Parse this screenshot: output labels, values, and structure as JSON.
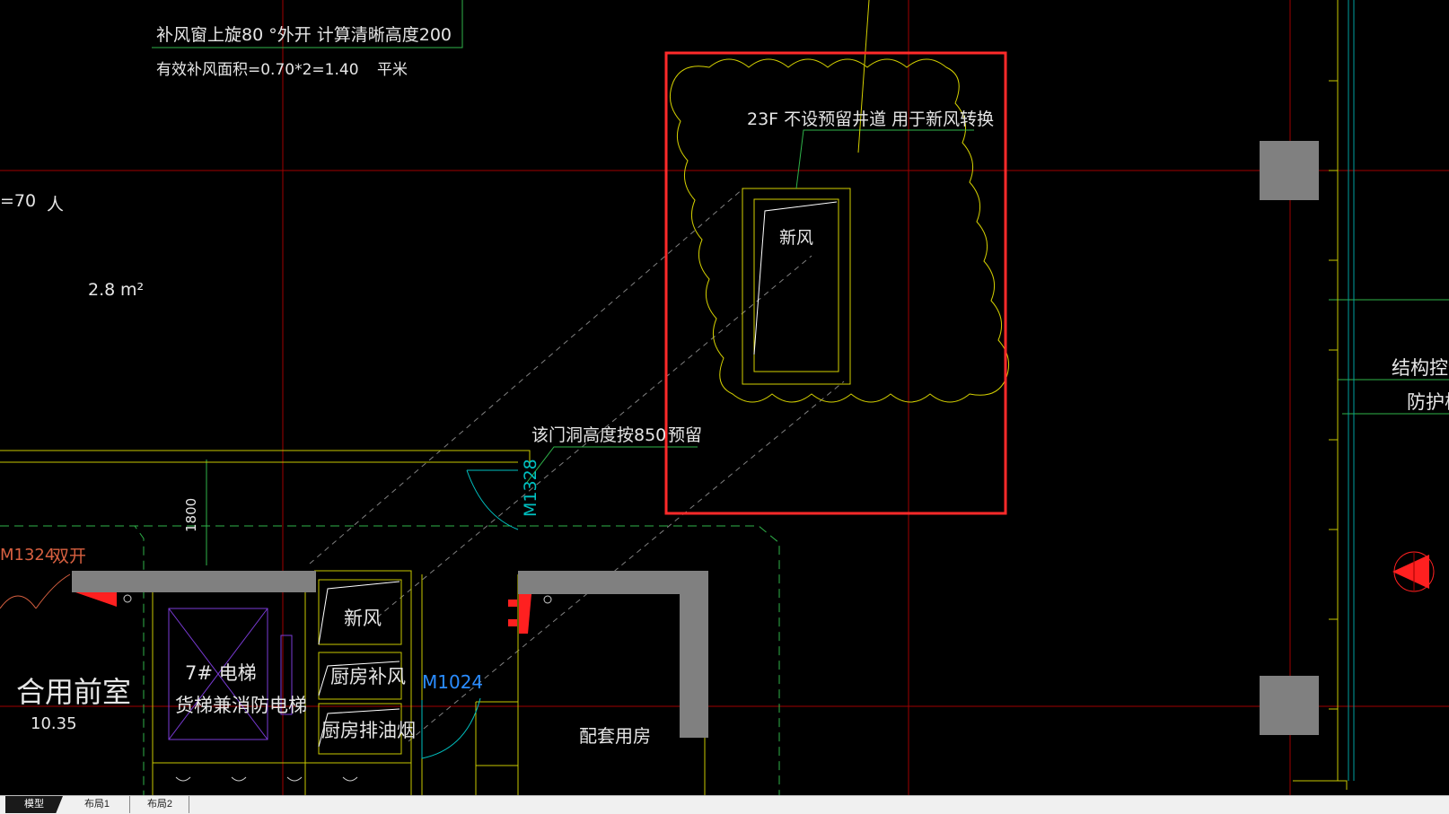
{
  "drawing": {
    "annotations": {
      "window_note_1": "补风窗上旋80 °外开 计算清晰高度200",
      "window_note_2": "有效补风面积=0.70*2=1.40",
      "window_note_2_unit": "平米",
      "occupancy_left": "=70",
      "occupancy_unit": "人",
      "area_value": "2.8",
      "area_unit": "m²",
      "shaft_note": "23F  不设预留井道 用于新风转换",
      "shaft_label": "新风",
      "door_height_note": "该门洞高度按850",
      "door_height_note_suffix": "预留",
      "door_tag_m1328": "M1328",
      "dimension_1800": "1800",
      "door_tag_left": "M1324",
      "door_left_type": "双开",
      "room_front": "合用前室",
      "room_front_elev": "10.35",
      "elevator_label_1": "7# 电梯",
      "elevator_label_2": "货梯兼消防电梯",
      "shaft_fresh_air": "新风",
      "shaft_kitchen_supply": "厨房补风",
      "shaft_kitchen_exhaust": "厨房排油烟",
      "door_tag_m1024": "M1024",
      "room_ancillary": "配套用房",
      "right_text_1": "结构控制",
      "right_text_2": "防护栏"
    },
    "colors": {
      "background": "#000000",
      "axis_line": "#b00000",
      "wall": "#c8c800",
      "text": "#e6e6e6",
      "leader_green": "#2fb34a",
      "cyan": "#00c0c0",
      "highlight_box": "#ff2a2a",
      "column_fill": "#808080",
      "elevator_purple": "#7a3bd6"
    }
  },
  "tabs": [
    {
      "label": "模型",
      "active": true
    },
    {
      "label": "布局1",
      "active": false
    },
    {
      "label": "布局2",
      "active": false
    }
  ]
}
